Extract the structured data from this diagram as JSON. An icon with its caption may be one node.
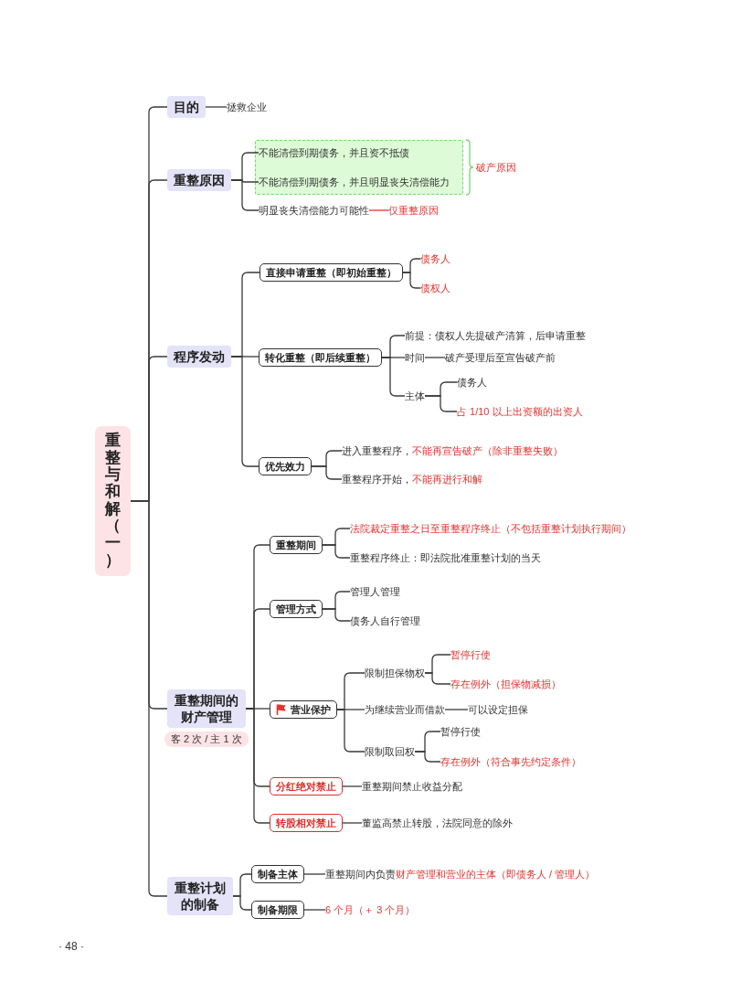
{
  "diagram": {
    "nodes": [
      {
        "text": [
          "重整与和解（一）"
        ]
      },
      {
        "text": [
          "目的"
        ]
      },
      {
        "text": [
          "拯救企业"
        ]
      },
      {
        "text": [
          "重整原因"
        ]
      },
      {
        "text": [],
        "shape": "box",
        "beside": [
          "破产原因"
        ]
      },
      {
        "text": [
          "不能清偿到期债务，并且资不抵债"
        ],
        "in": 4
      },
      {
        "text": [
          "不能清偿到期债务，并且明显丧失清偿能力"
        ],
        "in": 4
      },
      {
        "text": [
          "明显丧失清偿能力可能性"
        ]
      },
      {
        "text": [
          "仅重整原因"
        ]
      },
      {
        "text": [
          "程序发动"
        ]
      },
      {
        "text": [
          "直接申请重整（即初始重整）"
        ]
      },
      {
        "text": [
          "债务人"
        ]
      },
      {
        "text": [
          "债权人"
        ]
      },
      {
        "text": [
          "转化重整（即后续重整）"
        ]
      },
      {
        "text": [
          "前提：债权人先提破产清算，后申请重整"
        ]
      },
      {
        "text": [
          "时间"
        ]
      },
      {
        "text": [
          "破产受理后至宣告破产前"
        ]
      },
      {
        "text": [
          "主体"
        ]
      },
      {
        "text": [
          "债务人"
        ]
      },
      {
        "text": [
          "占 1/10 以上出资额的出资人"
        ]
      },
      {
        "text": [
          "优先效力"
        ]
      },
      {
        "text": [
          "进入重整程序，",
          "不能再宣告破产（除非重整失败）"
        ]
      },
      {
        "text": [
          "重整程序开始，",
          "不能再进行和解"
        ]
      },
      {
        "text": [
          "重整期间的财产管理"
        ],
        "beside": [
          "客 2 次 / 主 1 次"
        ]
      },
      {
        "text": [
          "重整期间"
        ]
      },
      {
        "text": [
          "法院裁定重整之日至重整程序终止（不包括重整计划执行期间）"
        ]
      },
      {
        "text": [
          "重整程序终止：即法院批准重整计划的当天"
        ]
      },
      {
        "text": [
          "管理方式"
        ]
      },
      {
        "text": [
          "管理人管理"
        ]
      },
      {
        "text": [
          "债务人自行管理"
        ]
      },
      {
        "text": [
          "营业保护"
        ]
      },
      {
        "text": [
          "限制担保物权"
        ]
      },
      {
        "text": [
          "暂停行使"
        ]
      },
      {
        "text": [
          "存在例外（担保物减损）"
        ]
      },
      {
        "text": [
          "为继续营业而借款"
        ]
      },
      {
        "text": [
          "可以设定担保"
        ]
      },
      {
        "text": [
          "限制取回权"
        ]
      },
      {
        "text": [
          "暂停行使"
        ]
      },
      {
        "text": [
          "存在例外（符合事先约定条件）"
        ]
      },
      {
        "text": [
          "分红绝对禁止"
        ]
      },
      {
        "text": [
          "重整期间禁止收益分配"
        ]
      },
      {
        "text": [
          "转股相对禁止"
        ]
      },
      {
        "text": [
          "董监高禁止转股，法院同意的除外"
        ]
      },
      {
        "text": [
          "重整计划的制备"
        ]
      },
      {
        "text": [
          "制备主体"
        ]
      },
      {
        "text": [
          "重整期间内负责",
          "财产管理和营业的主体（即债务人 / 管理人）"
        ]
      },
      {
        "text": [
          "制备期限"
        ]
      },
      {
        "text": [
          "6 个月（＋ 3 个月）"
        ]
      }
    ],
    "edges": [
      {
        "from": 0,
        "to": 1,
        "arrow": "none"
      },
      {
        "from": 0,
        "to": 3,
        "arrow": "none"
      },
      {
        "from": 0,
        "to": 9,
        "arrow": "none"
      },
      {
        "from": 0,
        "to": 23,
        "arrow": "none"
      },
      {
        "from": 0,
        "to": 43,
        "arrow": "none"
      },
      {
        "from": 1,
        "to": 2,
        "arrow": "none"
      },
      {
        "from": 3,
        "to": 5,
        "arrow": "none"
      },
      {
        "from": 3,
        "to": 6,
        "arrow": "none"
      },
      {
        "from": 3,
        "to": 7,
        "arrow": "none"
      },
      {
        "from": 7,
        "to": 8,
        "arrow": "none",
        "color": "#e8332f"
      },
      {
        "from": 9,
        "to": 10,
        "arrow": "none"
      },
      {
        "from": 9,
        "to": 13,
        "arrow": "none"
      },
      {
        "from": 9,
        "to": 20,
        "arrow": "none"
      },
      {
        "from": 10,
        "to": 11,
        "arrow": "none"
      },
      {
        "from": 10,
        "to": 12,
        "arrow": "none"
      },
      {
        "from": 13,
        "to": 14,
        "arrow": "none"
      },
      {
        "from": 13,
        "to": 15,
        "arrow": "none"
      },
      {
        "from": 13,
        "to": 17,
        "arrow": "none"
      },
      {
        "from": 15,
        "to": 16,
        "arrow": "none"
      },
      {
        "from": 17,
        "to": 18,
        "arrow": "none"
      },
      {
        "from": 17,
        "to": 19,
        "arrow": "none"
      },
      {
        "from": 20,
        "to": 21,
        "arrow": "none"
      },
      {
        "from": 20,
        "to": 22,
        "arrow": "none"
      },
      {
        "from": 23,
        "to": 24,
        "arrow": "none"
      },
      {
        "from": 23,
        "to": 27,
        "arrow": "none"
      },
      {
        "from": 23,
        "to": 30,
        "arrow": "none"
      },
      {
        "from": 23,
        "to": 39,
        "arrow": "none"
      },
      {
        "from": 23,
        "to": 41,
        "arrow": "none"
      },
      {
        "from": 24,
        "to": 25,
        "arrow": "none"
      },
      {
        "from": 24,
        "to": 26,
        "arrow": "none"
      },
      {
        "from": 27,
        "to": 28,
        "arrow": "none"
      },
      {
        "from": 27,
        "to": 29,
        "arrow": "none"
      },
      {
        "from": 30,
        "to": 31,
        "arrow": "none"
      },
      {
        "from": 30,
        "to": 34,
        "arrow": "none"
      },
      {
        "from": 30,
        "to": 36,
        "arrow": "none"
      },
      {
        "from": 31,
        "to": 32,
        "arrow": "none"
      },
      {
        "from": 31,
        "to": 33,
        "arrow": "none"
      },
      {
        "from": 34,
        "to": 35,
        "arrow": "none"
      },
      {
        "from": 36,
        "to": 37,
        "arrow": "none"
      },
      {
        "from": 36,
        "to": 38,
        "arrow": "none"
      },
      {
        "from": 39,
        "to": 40,
        "arrow": "none"
      },
      {
        "from": 41,
        "to": 42,
        "arrow": "none"
      },
      {
        "from": 43,
        "to": 44,
        "arrow": "none"
      },
      {
        "from": 43,
        "to": 46,
        "arrow": "none"
      },
      {
        "from": 44,
        "to": 45,
        "arrow": "none"
      },
      {
        "from": 46,
        "to": 47,
        "arrow": "none"
      }
    ],
    "labels": [
      "· 48 ·"
    ]
  }
}
